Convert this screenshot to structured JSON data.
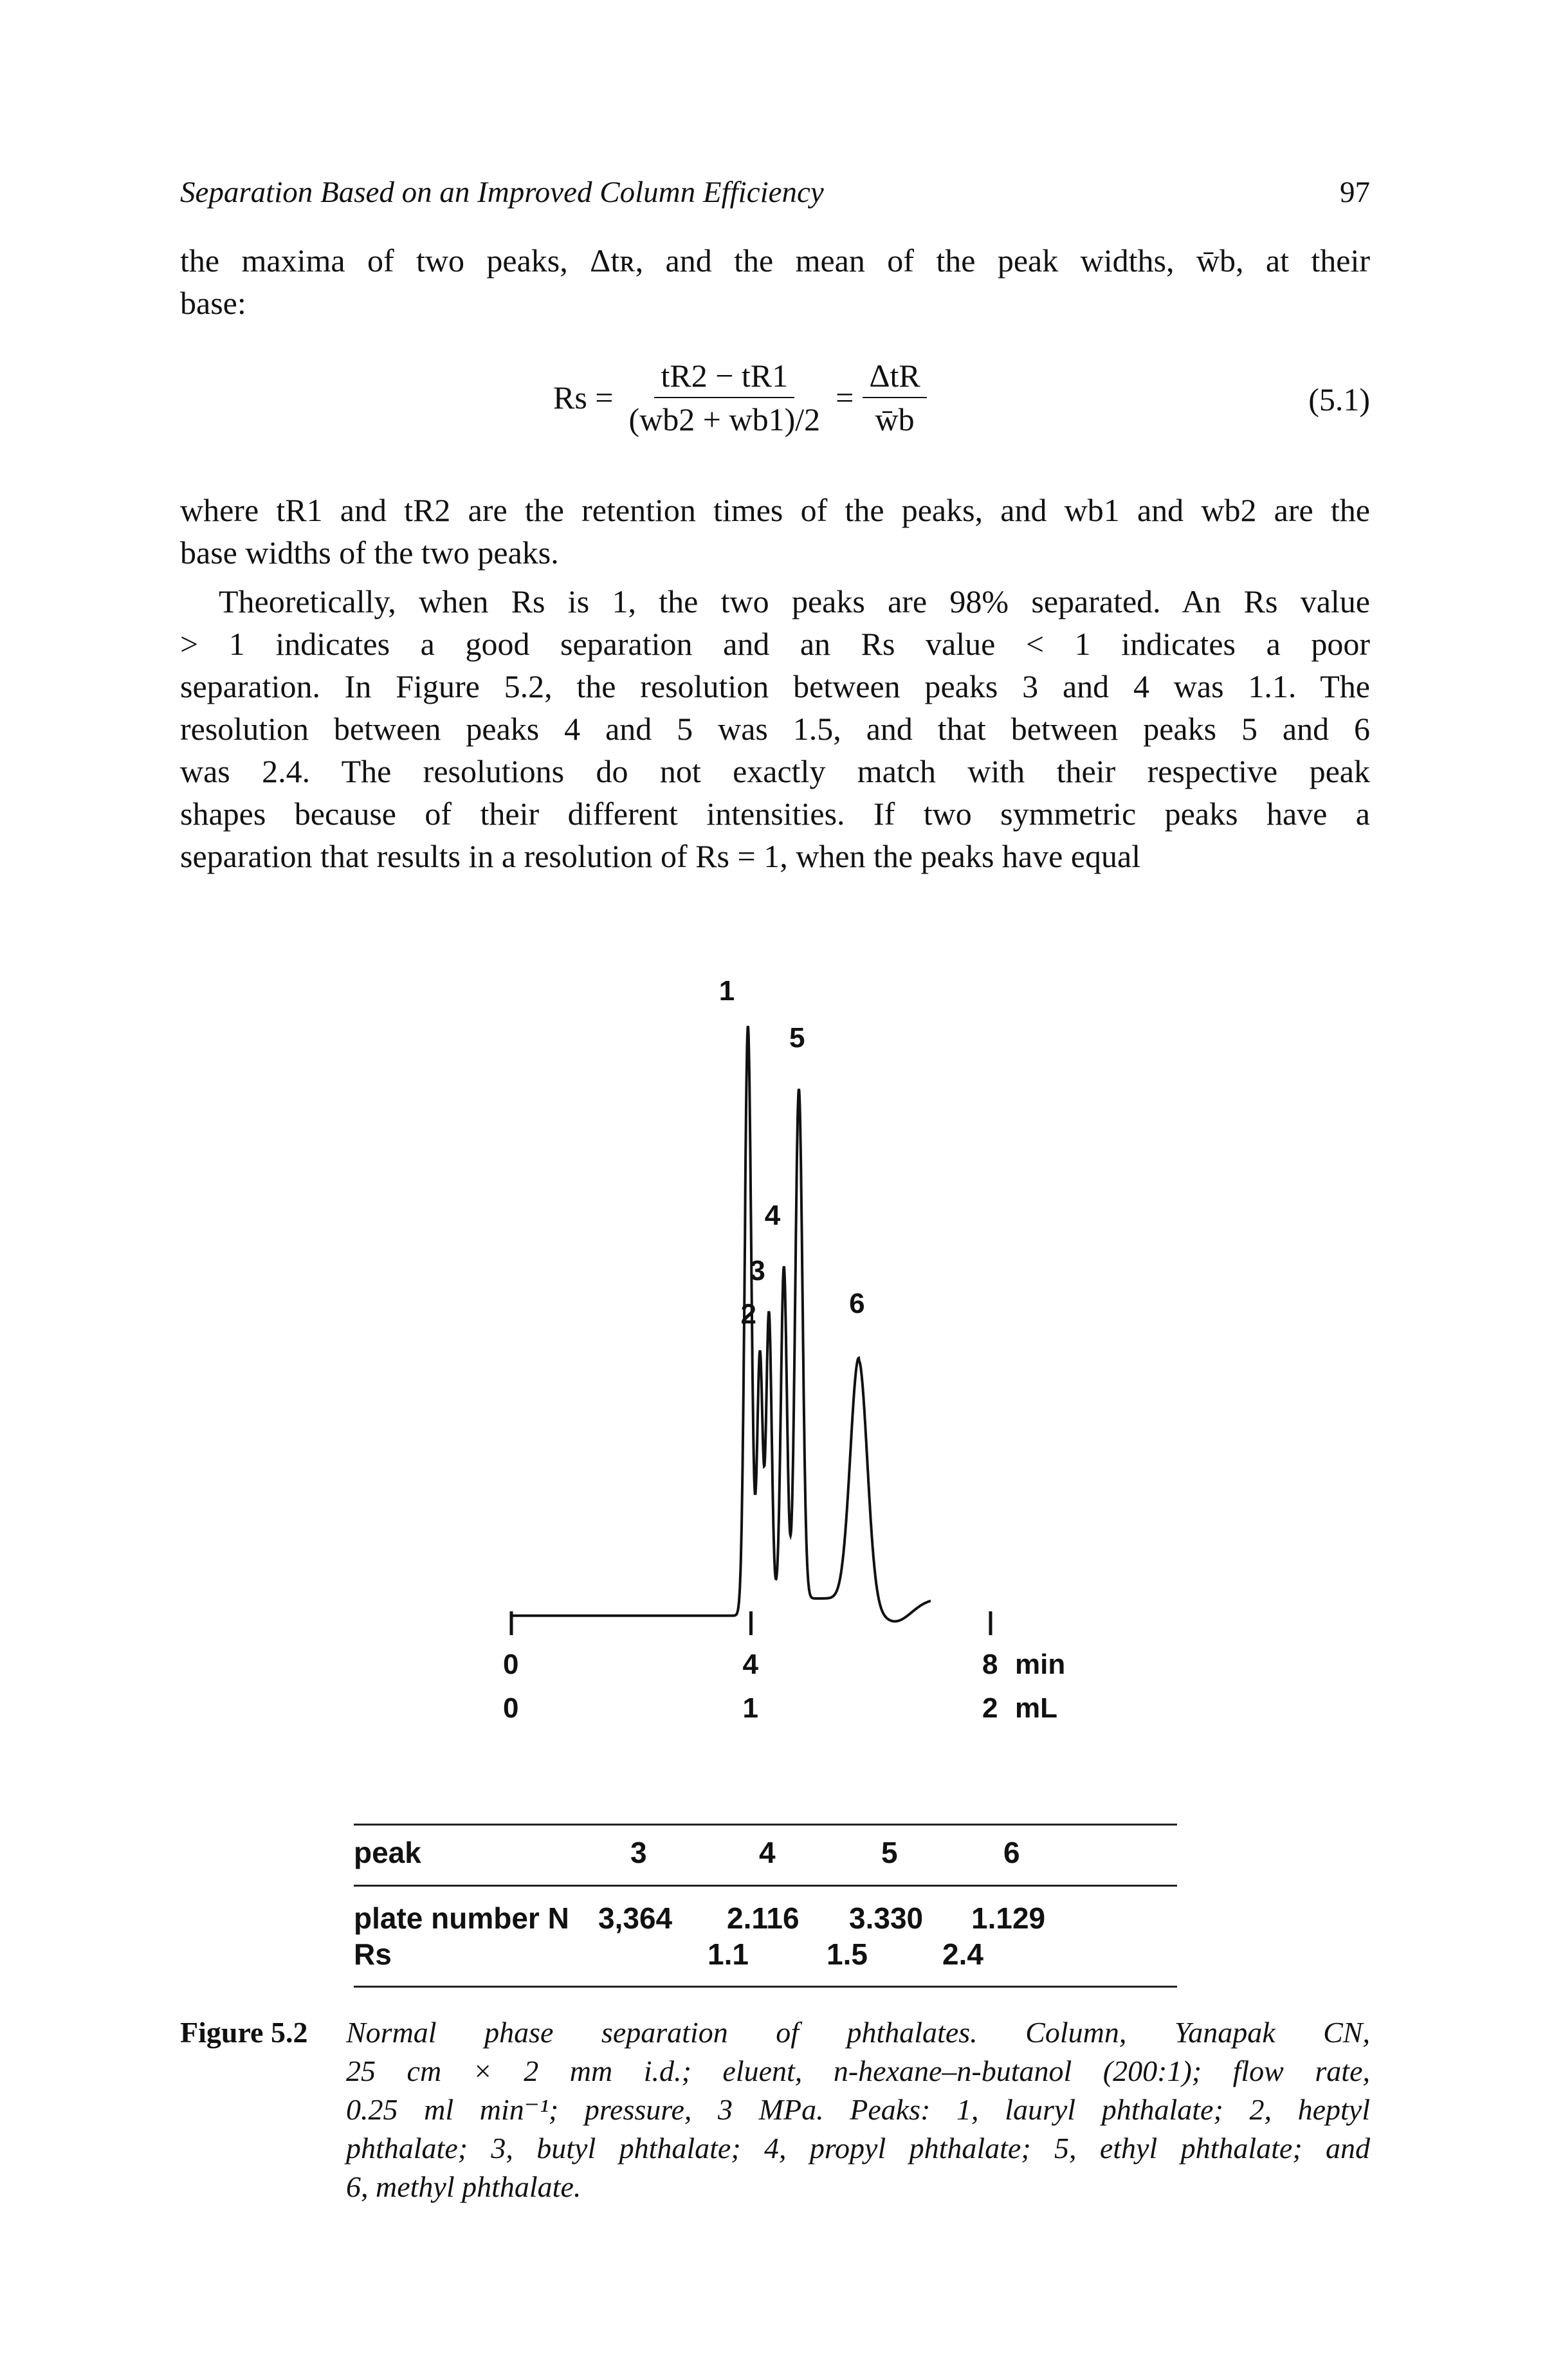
{
  "running_head": {
    "title": "Separation Based on an Improved Column Efficiency",
    "page_number": "97"
  },
  "paragraph1": {
    "lines": [
      "the maxima of two peaks, Δtʀ, and the mean of the peak widths, w̄b, at their",
      "base:"
    ]
  },
  "equation": {
    "lhs": "Rs =",
    "frac1_num": "tR2 − tR1",
    "frac1_den": "(wb2 + wb1)/2",
    "equals": "=",
    "frac2_num": "ΔtR",
    "frac2_den": "w̄b",
    "number": "(5.1)"
  },
  "paragraph2": {
    "lines": [
      "where tR1 and tR2 are the retention times of the peaks, and wb1 and wb2 are the",
      "base widths of the two peaks."
    ]
  },
  "paragraph3": {
    "lines": [
      "Theoretically, when Rs is 1, the two peaks are 98% separated. An Rs value",
      "> 1 indicates a good separation and an Rs value < 1 indicates a poor",
      "separation. In Figure 5.2, the resolution between peaks 3 and 4 was 1.1. The",
      "resolution between peaks 4 and 5 was 1.5, and that between peaks 5 and 6",
      "was 2.4. The resolutions do not exactly match with their respective peak",
      "shapes because of their different intensities. If two symmetric peaks have a",
      "separation that results in a resolution of Rs = 1, when the peaks have equal"
    ]
  },
  "chart_data": {
    "type": "line",
    "title": "",
    "x_axis": {
      "ticks_min": [
        "0",
        "4",
        "8"
      ],
      "ticks_ml": [
        "0",
        "1",
        "2"
      ],
      "unit_min": "min",
      "unit_ml": "mL",
      "range_min": [
        0,
        8.5
      ]
    },
    "peaks": [
      {
        "label": "1",
        "retention_min": 3.95,
        "relative_height": 1.0
      },
      {
        "label": "2",
        "retention_min": 4.15,
        "relative_height": 0.43
      },
      {
        "label": "3",
        "retention_min": 4.3,
        "relative_height": 0.5
      },
      {
        "label": "4",
        "retention_min": 4.55,
        "relative_height": 0.58
      },
      {
        "label": "5",
        "retention_min": 4.8,
        "relative_height": 0.89
      },
      {
        "label": "6",
        "retention_min": 5.8,
        "relative_height": 0.42
      }
    ]
  },
  "table": {
    "header": {
      "label": "peak",
      "values": [
        "3",
        "4",
        "5",
        "6"
      ]
    },
    "plate_row": {
      "label": "plate number N",
      "values": [
        "3,364",
        "2.116",
        "3.330",
        "1.129"
      ]
    },
    "rs_row": {
      "label": "Rs",
      "values": [
        "1.1",
        "1.5",
        "2.4"
      ]
    }
  },
  "caption": {
    "label": "Figure 5.2",
    "lines": [
      "Normal phase separation of phthalates. Column, Yanapak CN,",
      "25 cm × 2 mm i.d.; eluent, n-hexane–n-butanol (200:1); flow rate,",
      "0.25 ml min⁻¹; pressure, 3 MPa. Peaks: 1, lauryl phthalate; 2, heptyl",
      "phthalate; 3, butyl phthalate; 4, propyl phthalate; 5, ethyl phthalate; and",
      "6, methyl phthalate."
    ]
  }
}
